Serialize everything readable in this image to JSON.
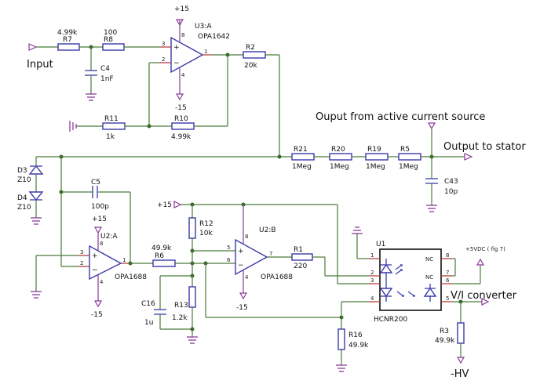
{
  "labels": {
    "input": "Input",
    "output_active": "Ouput from active current source",
    "output_stator": "Output to stator",
    "vi_converter": "V/I converter",
    "neg_hv": "-HV",
    "vdc_ref": "+5VDC ( fig 7)"
  },
  "components": {
    "R7": {
      "ref": "R7",
      "value": "4.99k"
    },
    "R8": {
      "ref": "R8",
      "value": "100"
    },
    "C4": {
      "ref": "C4",
      "value": "1nF"
    },
    "U3A": {
      "ref": "U3:A",
      "value": "OPA1642"
    },
    "R2": {
      "ref": "R2",
      "value": "20k"
    },
    "R11": {
      "ref": "R11",
      "value": "1k"
    },
    "R10": {
      "ref": "R10",
      "value": "4.99k"
    },
    "R21": {
      "ref": "R21",
      "value": "1Meg"
    },
    "R20": {
      "ref": "R20",
      "value": "1Meg"
    },
    "R19": {
      "ref": "R19",
      "value": "1Meg"
    },
    "R5": {
      "ref": "R5",
      "value": "1Meg"
    },
    "C43": {
      "ref": "C43",
      "value": "10p"
    },
    "D3": {
      "ref": "D3",
      "value": "Z10"
    },
    "D4": {
      "ref": "D4",
      "value": "Z10"
    },
    "C5": {
      "ref": "C5",
      "value": "100p"
    },
    "U2A": {
      "ref": "U2:A",
      "value": "OPA1688"
    },
    "R6": {
      "ref": "R6",
      "value": "49.9k"
    },
    "R12": {
      "ref": "R12",
      "value": "10k"
    },
    "U2B": {
      "ref": "U2:B",
      "value": "OPA1688"
    },
    "R1": {
      "ref": "R1",
      "value": "220"
    },
    "C16": {
      "ref": "C16",
      "value": "1u"
    },
    "R13": {
      "ref": "R13",
      "value": "1.2k"
    },
    "R16": {
      "ref": "R16",
      "value": "49.9k"
    },
    "U1": {
      "ref": "U1",
      "value": "HCNR200"
    },
    "R3": {
      "ref": "R3",
      "value": "49.9k"
    }
  },
  "power": {
    "pos15": "+15",
    "neg15": "-15"
  },
  "pins": {
    "p1": "1",
    "p2": "2",
    "p3": "3",
    "p4": "4",
    "p5": "5",
    "p6": "6",
    "p7": "7",
    "p8": "8",
    "nc": "NC"
  }
}
